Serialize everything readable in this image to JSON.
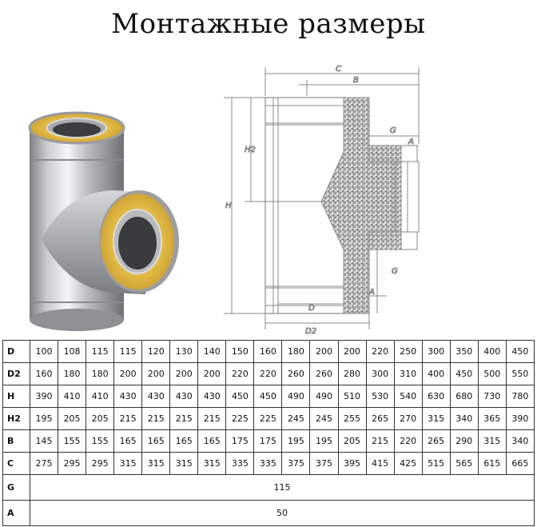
{
  "title": "Монтажные размеры",
  "drawing_labels": {
    "C": "C",
    "B": "B",
    "G": "G",
    "A": "A",
    "H": "H",
    "H2": "H2",
    "G_lower": "G",
    "A_lower": "A",
    "D": "D",
    "D2": "D2"
  },
  "table": {
    "rows": [
      {
        "label": "D",
        "values": [
          "100",
          "108",
          "115",
          "115",
          "120",
          "130",
          "140",
          "150",
          "160",
          "180",
          "200",
          "200",
          "220",
          "250",
          "300",
          "350",
          "400",
          "450"
        ]
      },
      {
        "label": "D2",
        "values": [
          "160",
          "180",
          "180",
          "200",
          "200",
          "200",
          "200",
          "220",
          "220",
          "260",
          "260",
          "280",
          "300",
          "310",
          "400",
          "450",
          "500",
          "550"
        ]
      },
      {
        "label": "H",
        "values": [
          "390",
          "410",
          "410",
          "430",
          "430",
          "430",
          "430",
          "450",
          "450",
          "490",
          "490",
          "510",
          "530",
          "540",
          "630",
          "680",
          "730",
          "780"
        ]
      },
      {
        "label": "H2",
        "values": [
          "195",
          "205",
          "205",
          "215",
          "215",
          "215",
          "215",
          "225",
          "225",
          "245",
          "245",
          "255",
          "265",
          "270",
          "315",
          "340",
          "365",
          "390"
        ]
      },
      {
        "label": "B",
        "values": [
          "145",
          "155",
          "155",
          "165",
          "165",
          "165",
          "165",
          "175",
          "175",
          "195",
          "195",
          "205",
          "215",
          "220",
          "265",
          "290",
          "315",
          "340"
        ]
      },
      {
        "label": "C",
        "values": [
          "275",
          "295",
          "295",
          "315",
          "315",
          "315",
          "315",
          "335",
          "335",
          "375",
          "375",
          "395",
          "415",
          "425",
          "515",
          "565",
          "615",
          "665"
        ]
      }
    ],
    "span_rows": [
      {
        "label": "G",
        "value": "115"
      },
      {
        "label": "A",
        "value": "50"
      }
    ]
  }
}
